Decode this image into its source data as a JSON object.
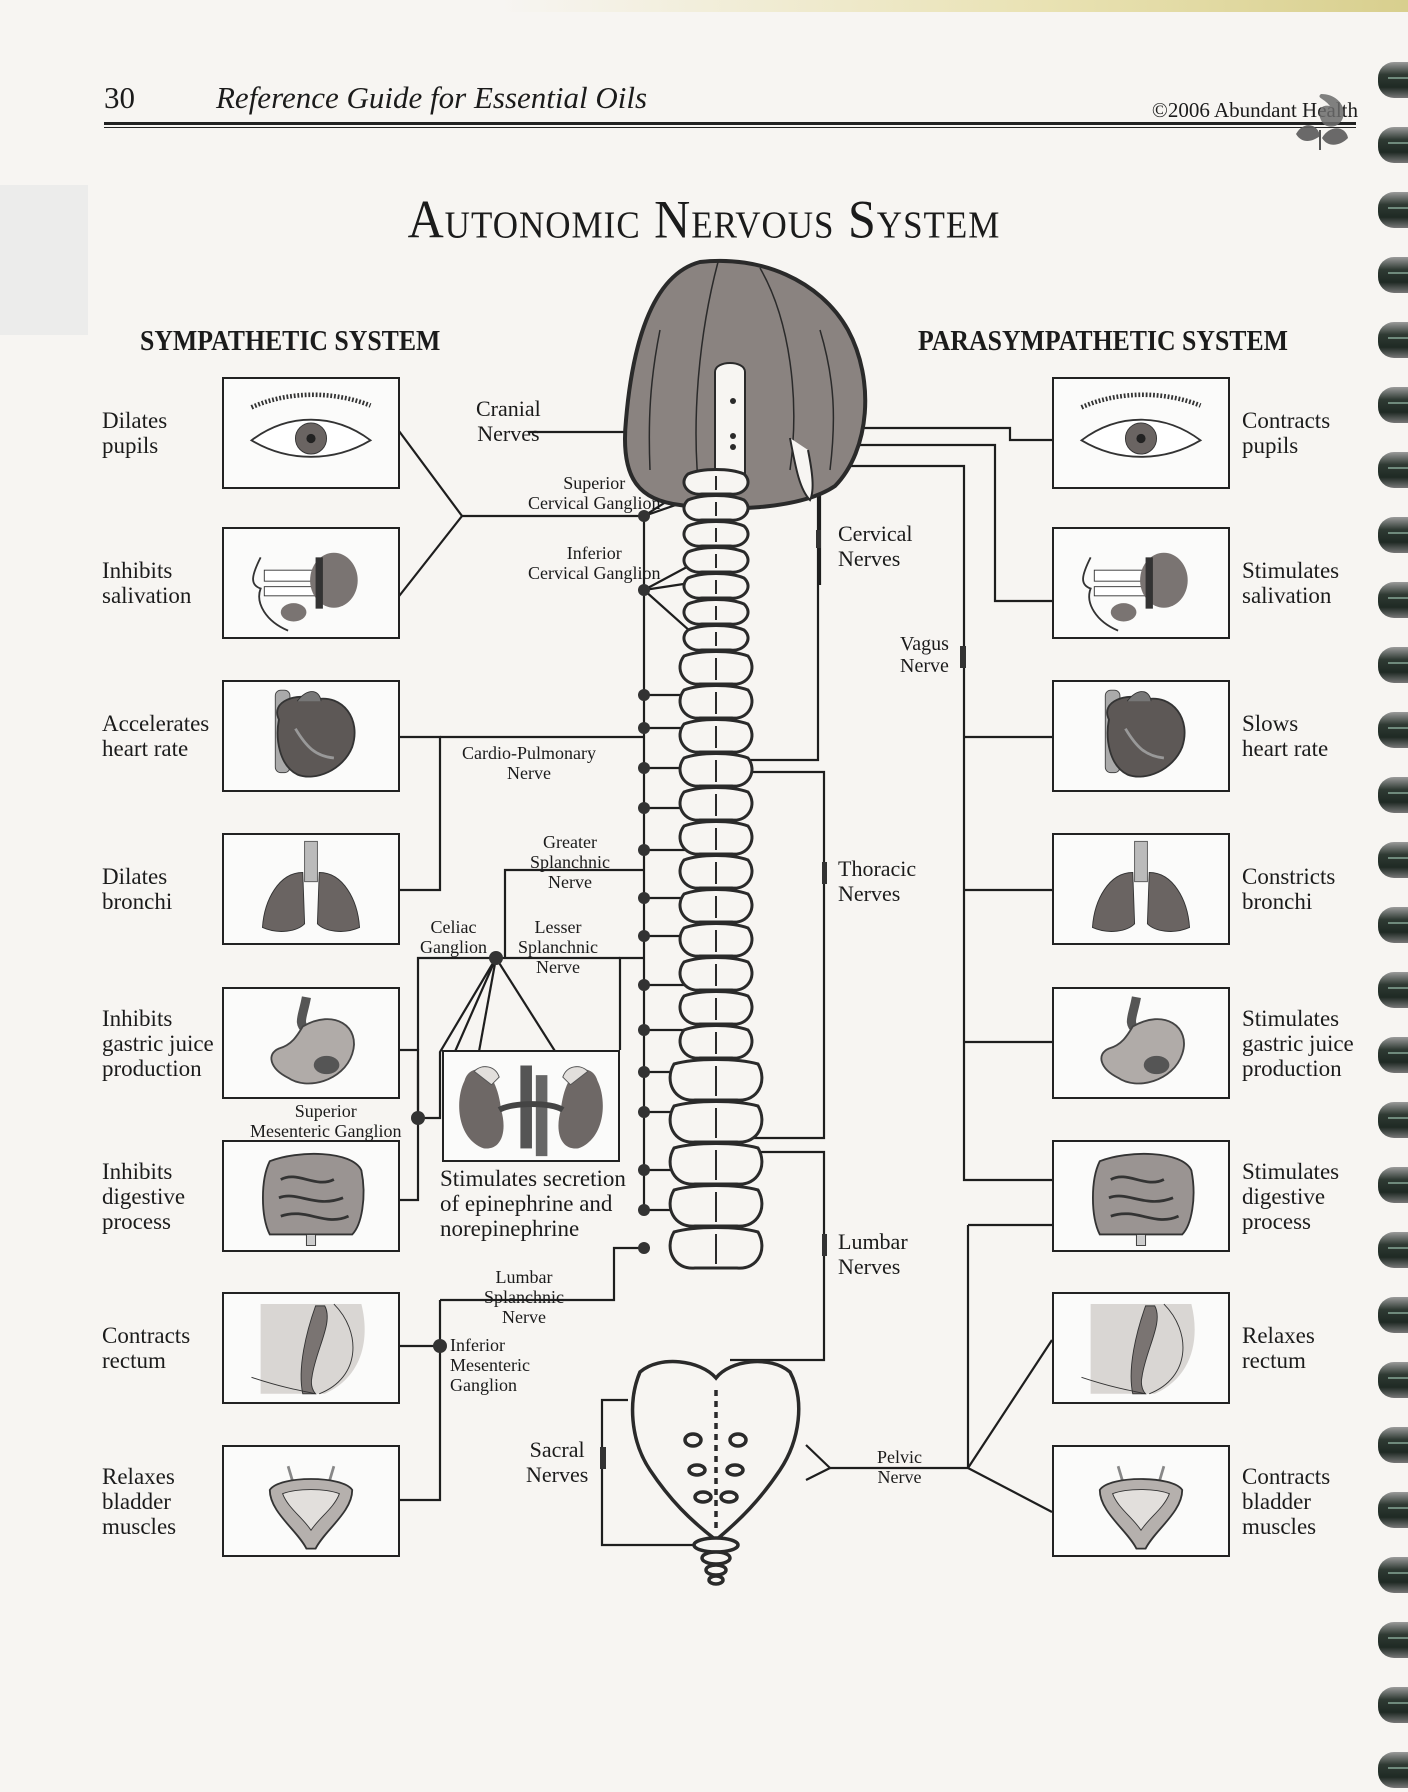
{
  "header": {
    "page_number": "30",
    "book_title": "Reference Guide for Essential Oils",
    "copyright": "©2006 Abundant Health"
  },
  "title": "Autonomic Nervous System",
  "sympathetic": {
    "heading": "SYMPATHETIC SYSTEM",
    "effects": [
      {
        "label": "Dilates pupils",
        "lines": [
          "Dilates",
          "pupils"
        ],
        "icon": "eye-icon"
      },
      {
        "label": "Inhibits salivation",
        "lines": [
          "Inhibits",
          "salivation"
        ],
        "icon": "mouth-salivary-gland-icon"
      },
      {
        "label": "Accelerates heart rate",
        "lines": [
          "Accelerates",
          "heart rate"
        ],
        "icon": "heart-icon"
      },
      {
        "label": "Dilates bronchi",
        "lines": [
          "Dilates",
          "bronchi"
        ],
        "icon": "lungs-icon"
      },
      {
        "label": "Inhibits gastric juice production",
        "lines": [
          "Inhibits",
          "gastric juice",
          "production"
        ],
        "icon": "stomach-icon"
      },
      {
        "label": "Inhibits digestive process",
        "lines": [
          "Inhibits",
          "digestive",
          "process"
        ],
        "icon": "intestines-icon"
      },
      {
        "label": "Contracts rectum",
        "lines": [
          "Contracts",
          "rectum"
        ],
        "icon": "rectum-icon"
      },
      {
        "label": "Relaxes bladder muscles",
        "lines": [
          "Relaxes",
          "bladder",
          "muscles"
        ],
        "icon": "bladder-icon"
      }
    ],
    "adrenal": {
      "lines": [
        "Stimulates secretion",
        "of epinephrine and",
        "norepinephrine"
      ],
      "icon": "kidneys-adrenal-icon"
    }
  },
  "parasympathetic": {
    "heading": "PARASYMPATHETIC SYSTEM",
    "effects": [
      {
        "label": "Contracts pupils",
        "lines": [
          "Contracts",
          "pupils"
        ],
        "icon": "eye-icon"
      },
      {
        "label": "Stimulates salivation",
        "lines": [
          "Stimulates",
          "salivation"
        ],
        "icon": "mouth-salivary-gland-icon"
      },
      {
        "label": "Slows heart rate",
        "lines": [
          "Slows",
          "heart rate"
        ],
        "icon": "heart-icon"
      },
      {
        "label": "Constricts bronchi",
        "lines": [
          "Constricts",
          "bronchi"
        ],
        "icon": "lungs-icon"
      },
      {
        "label": "Stimulates gastric juice production",
        "lines": [
          "Stimulates",
          "gastric juice",
          "production"
        ],
        "icon": "stomach-icon"
      },
      {
        "label": "Stimulates digestive process",
        "lines": [
          "Stimulates",
          "digestive",
          "process"
        ],
        "icon": "intestines-icon"
      },
      {
        "label": "Relaxes rectum",
        "lines": [
          "Relaxes",
          "rectum"
        ],
        "icon": "rectum-icon"
      },
      {
        "label": "Contracts bladder muscles",
        "lines": [
          "Contracts",
          "bladder",
          "muscles"
        ],
        "icon": "bladder-icon"
      }
    ]
  },
  "nerves": {
    "cranial": [
      "Cranial",
      "Nerves"
    ],
    "superior_cervical_ganglion": [
      "Superior",
      "Cervical Ganglion"
    ],
    "inferior_cervical_ganglion": [
      "Inferior",
      "Cervical Ganglion"
    ],
    "cardio_pulmonary": [
      "Cardio-Pulmonary",
      "Nerve"
    ],
    "greater_splanchnic": [
      "Greater",
      "Splanchnic",
      "Nerve"
    ],
    "lesser_splanchnic": [
      "Lesser",
      "Splanchnic",
      "Nerve"
    ],
    "celiac_ganglion": [
      "Celiac",
      "Ganglion"
    ],
    "superior_mesenteric_ganglion": [
      "Superior",
      "Mesenteric Ganglion"
    ],
    "lumbar_splanchnic": [
      "Lumbar",
      "Splanchnic",
      "Nerve"
    ],
    "inferior_mesenteric_ganglion": [
      "Inferior",
      "Mesenteric",
      "Ganglion"
    ],
    "sacral": [
      "Sacral",
      "Nerves"
    ],
    "cervical": [
      "Cervical",
      "Nerves"
    ],
    "vagus": [
      "Vagus",
      "Nerve"
    ],
    "thoracic": [
      "Thoracic",
      "Nerves"
    ],
    "lumbar": [
      "Lumbar",
      "Nerves"
    ],
    "pelvic": [
      "Pelvic",
      "Nerve"
    ]
  },
  "colors": {
    "ink": "#1b1b1b",
    "organ_fill": "#7a7472",
    "paper": "#f7f5f2"
  }
}
